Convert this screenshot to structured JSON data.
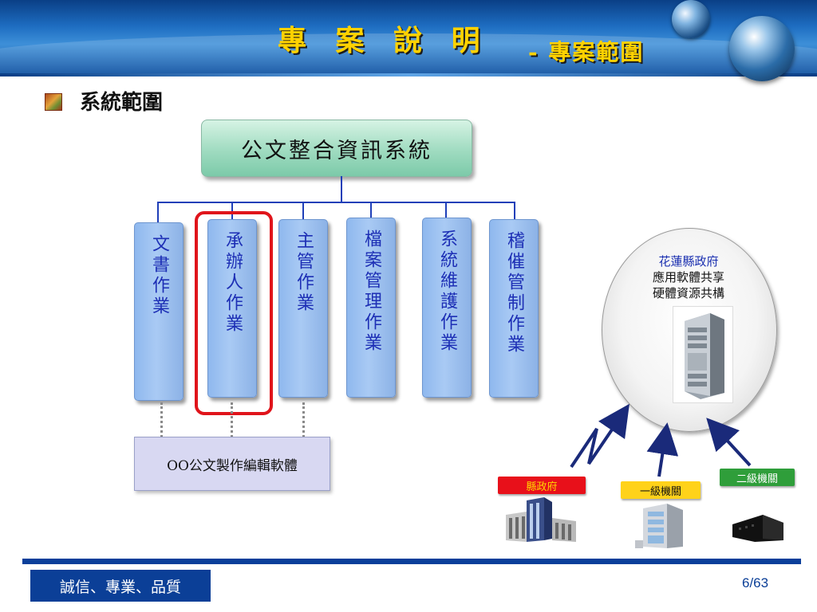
{
  "header": {
    "title": "專 案 說 明",
    "subtitle": "- 專案範圍"
  },
  "section": {
    "heading": "系統範圍"
  },
  "diagram": {
    "root": "公文整合資訊系統",
    "children": [
      {
        "label": "文書作業"
      },
      {
        "label": "承辦人作業"
      },
      {
        "label": "主管作業"
      },
      {
        "label": "檔案管理作業"
      },
      {
        "label": "系統維護作業"
      },
      {
        "label": "稽催管制作業"
      }
    ],
    "bottom_box": "OO公文製作編輯軟體",
    "platform": {
      "title": "花蓮縣政府",
      "line1": "應用軟體共享",
      "line2": "硬體資源共構"
    },
    "agencies": [
      {
        "label": "縣政府"
      },
      {
        "label": "一級機關"
      },
      {
        "label": "二級機關"
      }
    ]
  },
  "footer": {
    "motto": "誠信、專業、品質",
    "page": "6/63"
  },
  "colors": {
    "title": "#ffd200",
    "connector": "#1f3fb8",
    "highlight": "#e0141b",
    "footer": "#0b3f97"
  }
}
